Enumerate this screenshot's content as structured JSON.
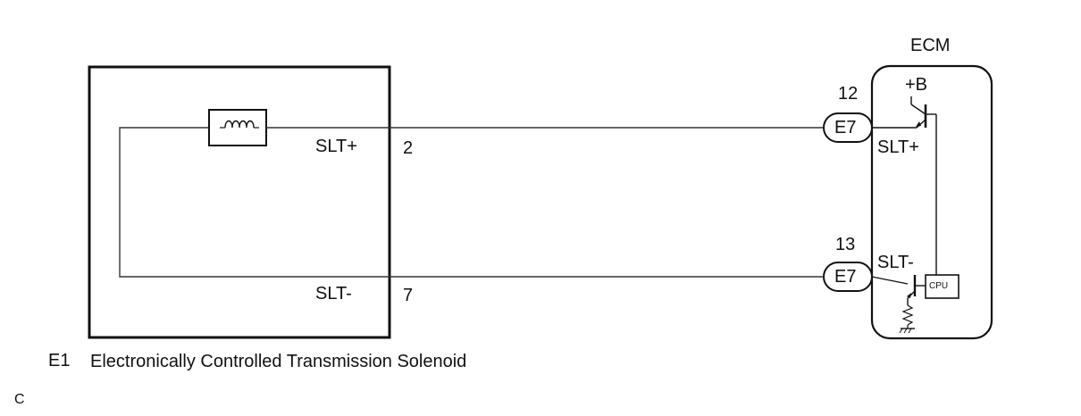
{
  "solenoid": {
    "code": "E1",
    "name": "Electronically Controlled Transmission Solenoid",
    "pin_plus_label": "SLT+",
    "pin_plus_number": "2",
    "pin_minus_label": "SLT-",
    "pin_minus_number": "7"
  },
  "ecm": {
    "title": "ECM",
    "supply_label": "+B",
    "connector_top": {
      "code": "E7",
      "pin": "12",
      "signal": "SLT+"
    },
    "connector_bottom": {
      "code": "E7",
      "pin": "13",
      "signal": "SLT-"
    },
    "cpu_label": "CPU"
  },
  "footer_code": "C"
}
